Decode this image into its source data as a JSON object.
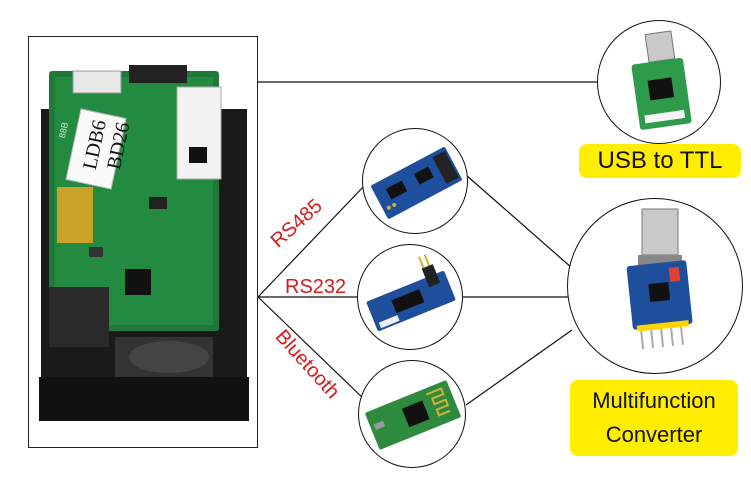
{
  "module": {
    "sticker_line1": "LDB6",
    "sticker_line2": "BD26",
    "pcb_mark": "88B"
  },
  "interfaces": {
    "rs485": "RS485",
    "rs232": "RS232",
    "bluetooth": "Bluetooth"
  },
  "targets": {
    "usb_ttl_label": "USB to TTL",
    "multifunction_line1": "Multifunction",
    "multifunction_line2": "Converter"
  },
  "colors": {
    "label_bg": "#ffee00",
    "interface_text": "#d41c1c",
    "pcb_green": "#1f7a3a",
    "board_blue": "#1e4f9c"
  }
}
